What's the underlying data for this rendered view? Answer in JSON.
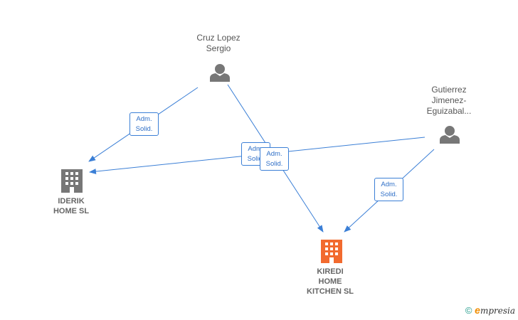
{
  "colors": {
    "edge": "#3b7fd6",
    "person": "#777777",
    "company": "#777777",
    "company_highlight": "#f26a2e"
  },
  "people": [
    {
      "id": "cruz",
      "name_lines": [
        "Cruz Lopez",
        "Sergio"
      ]
    },
    {
      "id": "gutierrez",
      "name_lines": [
        "Gutierrez",
        "Jimenez-",
        "Eguizabal..."
      ]
    }
  ],
  "companies": [
    {
      "id": "iderik",
      "name_lines": [
        "IDERIK",
        "HOME  SL"
      ]
    },
    {
      "id": "kiredi",
      "name_lines": [
        "KIREDI",
        "HOME",
        "KITCHEN  SL"
      ]
    }
  ],
  "relations": [
    {
      "from": "cruz",
      "to": "iderik",
      "label": [
        "Adm.",
        "Solid."
      ]
    },
    {
      "from": "cruz",
      "to": "kiredi",
      "label": [
        "Adm.",
        "Solid."
      ]
    },
    {
      "from": "gutierrez",
      "to": "iderik",
      "label": [
        "Adm.",
        "Solid."
      ]
    },
    {
      "from": "gutierrez",
      "to": "kiredi",
      "label": [
        "Adm.",
        "Solid."
      ]
    }
  ],
  "footer": {
    "copyright": "©",
    "brand_first": "e",
    "brand_rest": "mpresia"
  }
}
